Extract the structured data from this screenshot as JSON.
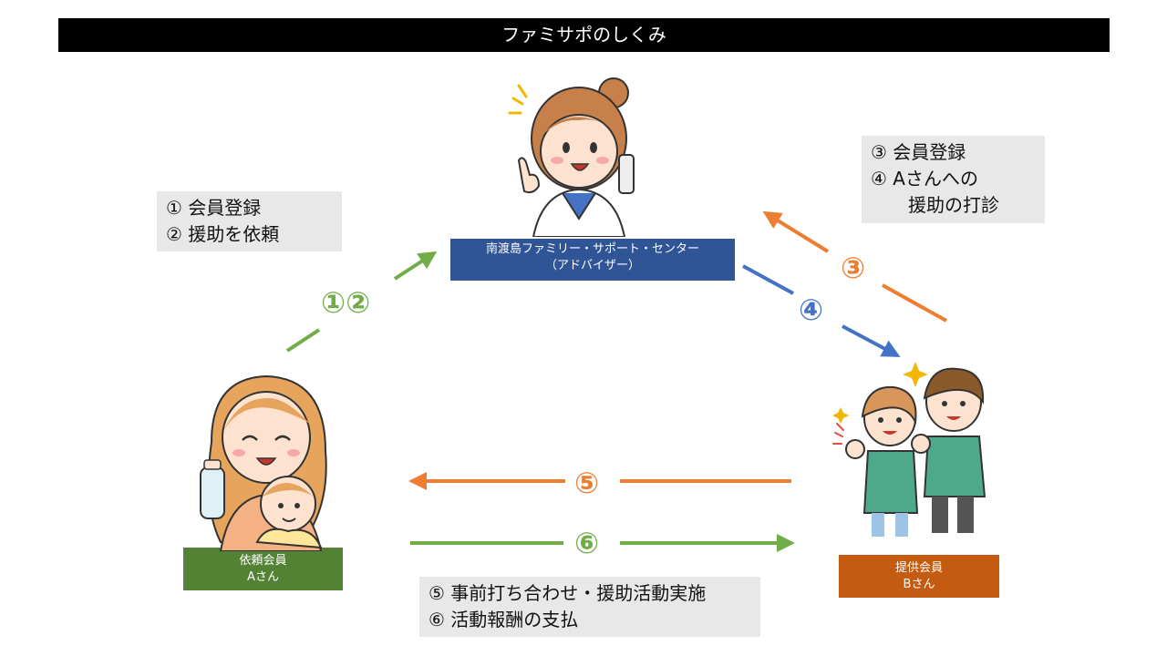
{
  "title": "ファミサポのしくみ",
  "center": {
    "line1": "南渡島ファミリー・サポート・センター",
    "line2": "（アドバイザー）"
  },
  "requester": {
    "line1": "依頼会員",
    "line2": "Aさん"
  },
  "provider": {
    "line1": "提供会員",
    "line2": "Bさん"
  },
  "box_left": {
    "line1": "① 会員登録",
    "line2": "② 援助を依頼"
  },
  "box_right": {
    "line1": "③ 会員登録",
    "line2": "④ Aさんへの",
    "line3": "援助の打診"
  },
  "box_bottom": {
    "line1": "⑤ 事前打ち合わせ・援助活動実施",
    "line2": "⑥ 活動報酬の支払"
  },
  "arrow_labels": {
    "a12": "①②",
    "a3": "③",
    "a4": "④",
    "a5": "⑤",
    "a6": "⑥"
  },
  "colors": {
    "green": "#70ad47",
    "orange": "#ed7d31",
    "blue": "#4472c4",
    "navy": "#2f5597",
    "dark_green": "#548235",
    "dark_orange": "#c55a11"
  },
  "icons": [
    "advisor-woman-phone-icon",
    "mother-baby-icon",
    "provider-couple-icon"
  ]
}
